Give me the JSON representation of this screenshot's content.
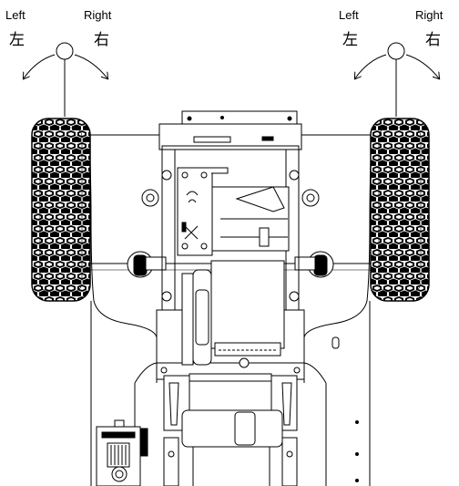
{
  "labels": {
    "left_side": {
      "left_en": "Left",
      "left_cjk": "左",
      "right_en": "Right",
      "right_cjk": "右"
    },
    "right_side": {
      "left_en": "Left",
      "left_cjk": "左",
      "right_en": "Right",
      "right_cjk": "右"
    }
  },
  "colors": {
    "line": "#000000",
    "fill": "#ffffff"
  }
}
